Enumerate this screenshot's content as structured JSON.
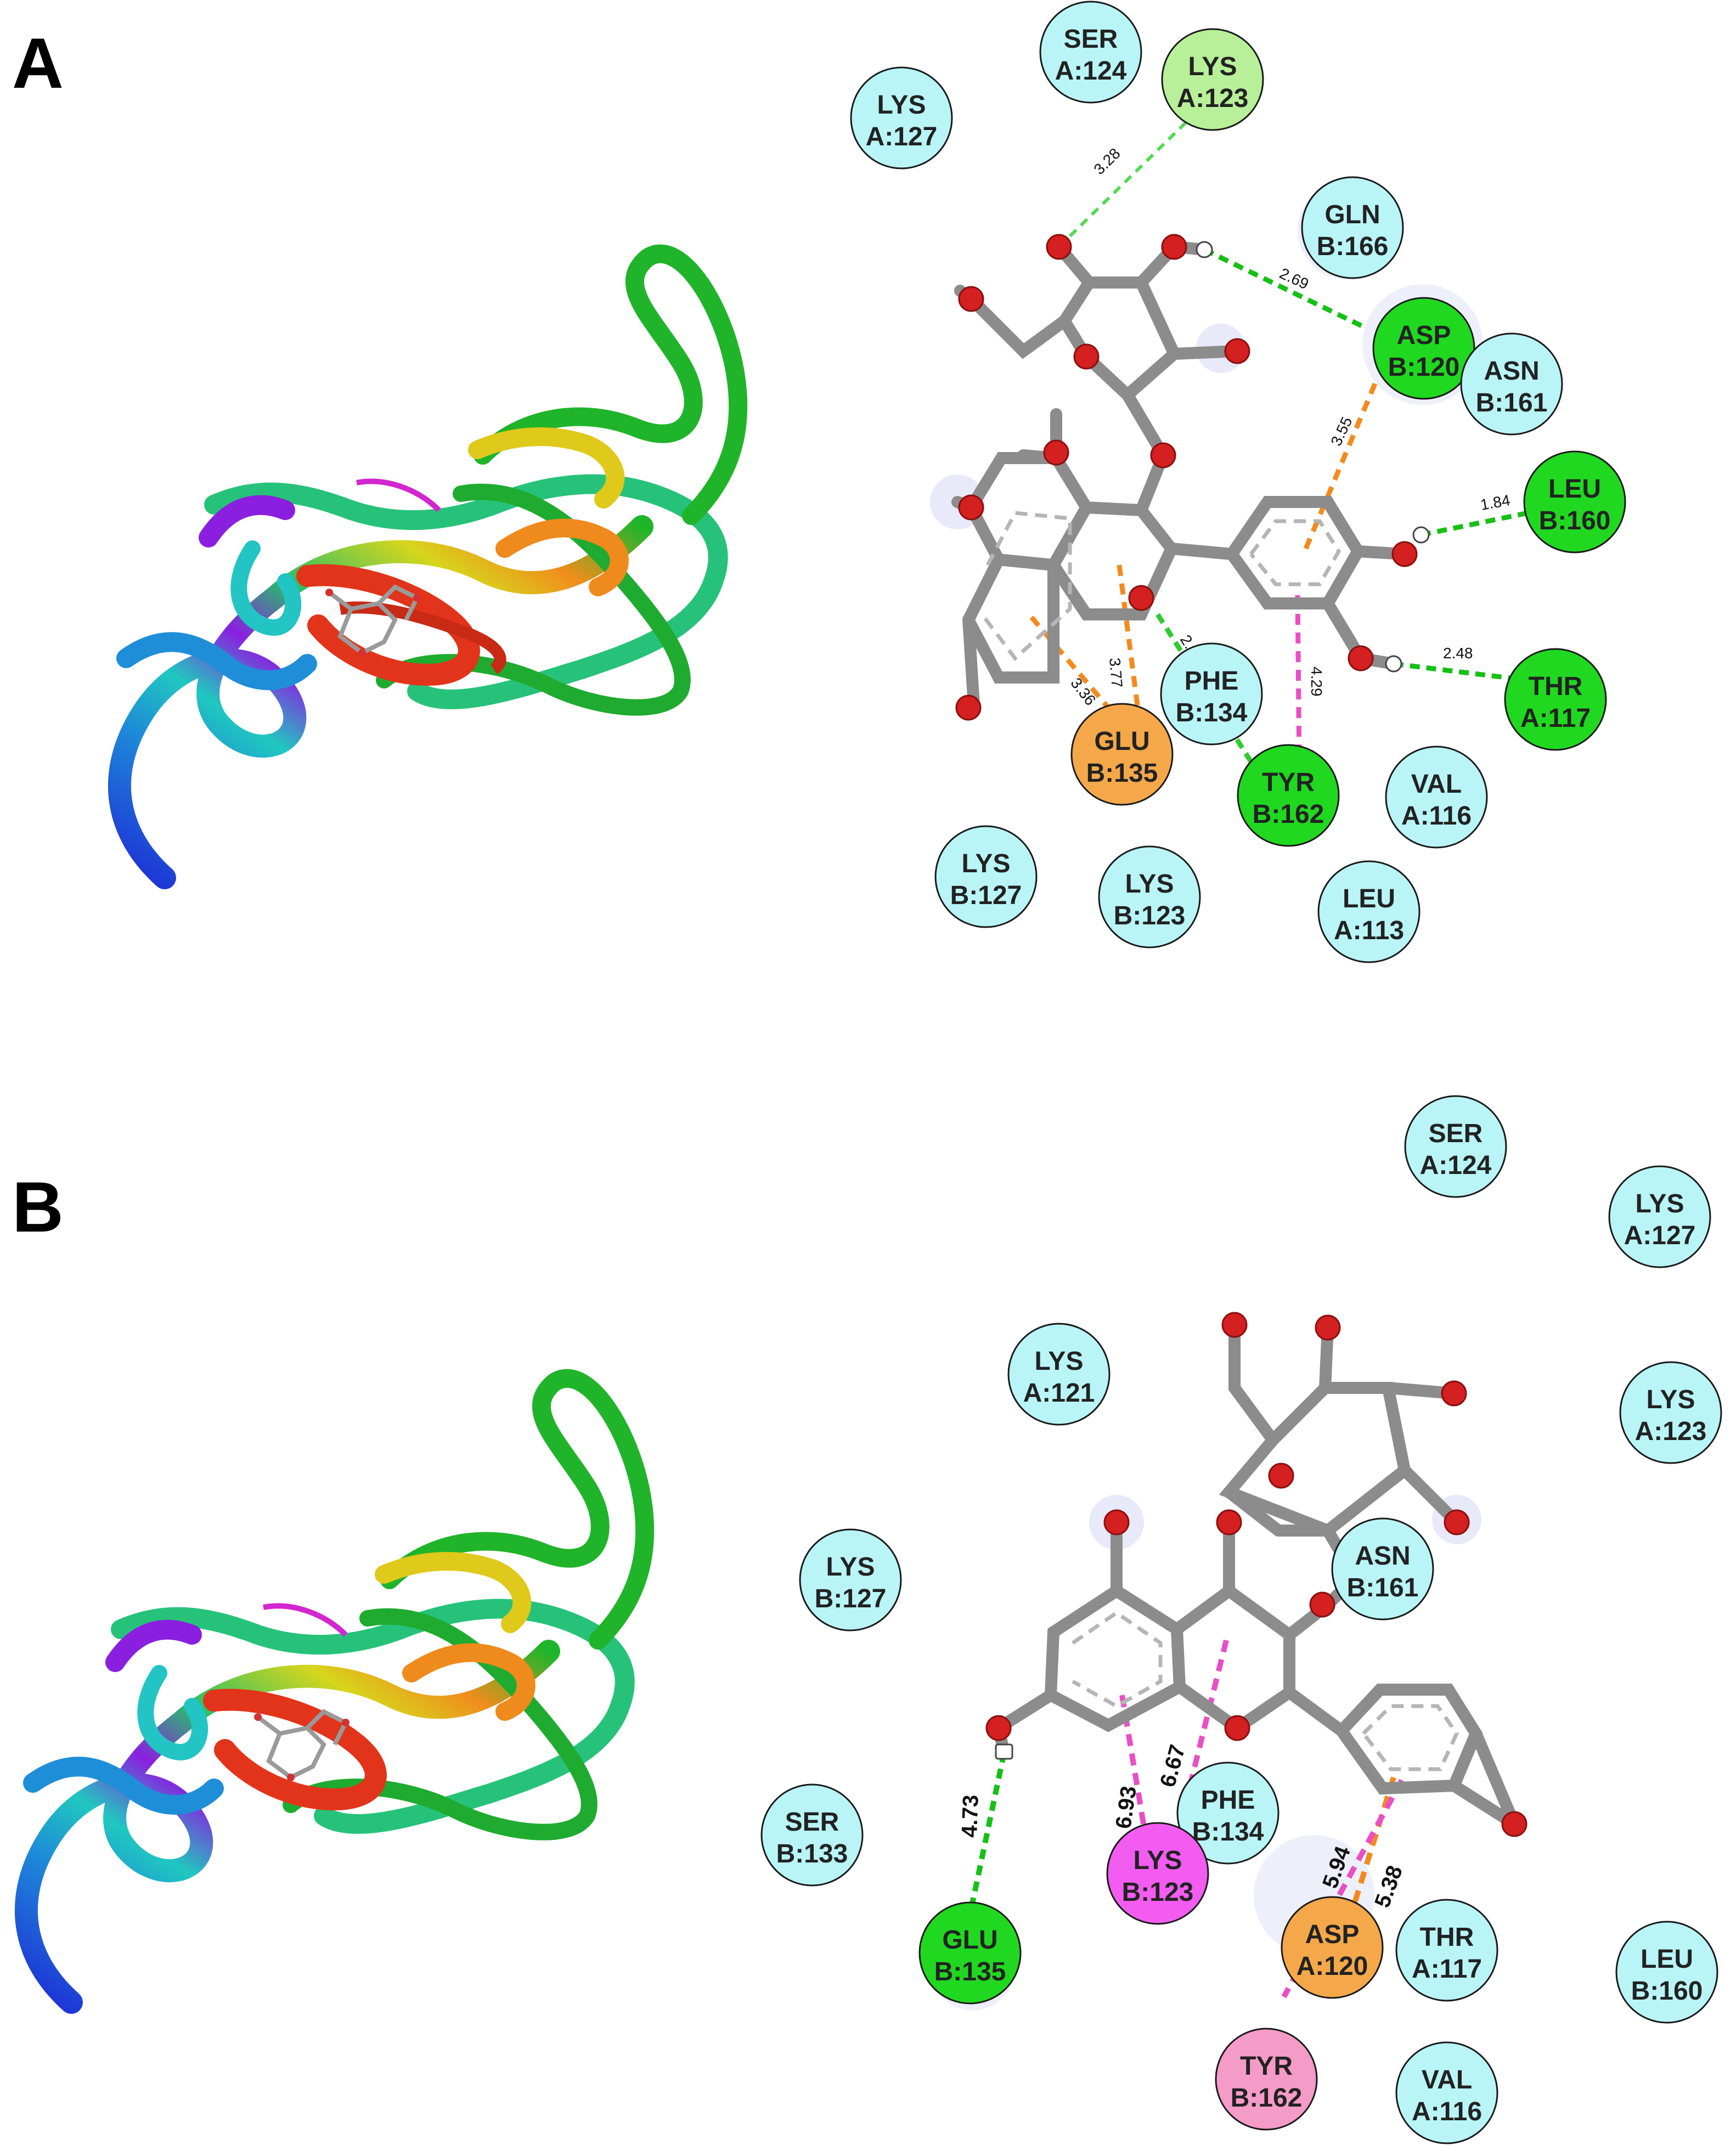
{
  "panels": [
    {
      "label": "A",
      "residues": [
        {
          "id": "a-lys-a127",
          "name": "LYS",
          "chain": "A:127",
          "color": "#b9f5f7"
        },
        {
          "id": "a-ser-a124",
          "name": "SER",
          "chain": "A:124",
          "color": "#b9f5f7"
        },
        {
          "id": "a-lys-a123",
          "name": "LYS",
          "chain": "A:123",
          "color": "#b8f09a"
        },
        {
          "id": "a-gln-b166",
          "name": "GLN",
          "chain": "B:166",
          "color": "#b9f5f7"
        },
        {
          "id": "a-asp-b120",
          "name": "ASP",
          "chain": "B:120",
          "color": "#20d820"
        },
        {
          "id": "a-asn-b161",
          "name": "ASN",
          "chain": "B:161",
          "color": "#b9f5f7"
        },
        {
          "id": "a-leu-b160",
          "name": "LEU",
          "chain": "B:160",
          "color": "#20d820"
        },
        {
          "id": "a-thr-a117",
          "name": "THR",
          "chain": "A:117",
          "color": "#20d820"
        },
        {
          "id": "a-phe-b134",
          "name": "PHE",
          "chain": "B:134",
          "color": "#b9f5f7"
        },
        {
          "id": "a-glu-b135",
          "name": "GLU",
          "chain": "B:135",
          "color": "#f5a84a"
        },
        {
          "id": "a-tyr-b162",
          "name": "TYR",
          "chain": "B:162",
          "color": "#20d820"
        },
        {
          "id": "a-val-a116",
          "name": "VAL",
          "chain": "A:116",
          "color": "#b9f5f7"
        },
        {
          "id": "a-lys-b127",
          "name": "LYS",
          "chain": "B:127",
          "color": "#b9f5f7"
        },
        {
          "id": "a-lys-b123",
          "name": "LYS",
          "chain": "B:123",
          "color": "#b9f5f7"
        },
        {
          "id": "a-leu-a113",
          "name": "LEU",
          "chain": "A:113",
          "color": "#b9f5f7"
        }
      ],
      "distances": [
        "3.28",
        "2.69",
        "3.55",
        "1.84",
        "2.48",
        "2.96",
        "3.77",
        "3.36",
        "4.29"
      ]
    },
    {
      "label": "B",
      "residues": [
        {
          "id": "b-ser-a124",
          "name": "SER",
          "chain": "A:124",
          "color": "#b9f5f7"
        },
        {
          "id": "b-lys-a127",
          "name": "LYS",
          "chain": "A:127",
          "color": "#b9f5f7"
        },
        {
          "id": "b-lys-a121",
          "name": "LYS",
          "chain": "A:121",
          "color": "#b9f5f7"
        },
        {
          "id": "b-lys-a123",
          "name": "LYS",
          "chain": "A:123",
          "color": "#b9f5f7"
        },
        {
          "id": "b-lys-b127",
          "name": "LYS",
          "chain": "B:127",
          "color": "#b9f5f7"
        },
        {
          "id": "b-asn-b161",
          "name": "ASN",
          "chain": "B:161",
          "color": "#b9f5f7"
        },
        {
          "id": "b-ser-b133",
          "name": "SER",
          "chain": "B:133",
          "color": "#b9f5f7"
        },
        {
          "id": "b-phe-b134",
          "name": "PHE",
          "chain": "B:134",
          "color": "#b9f5f7"
        },
        {
          "id": "b-lys-b123",
          "name": "LYS",
          "chain": "B:123",
          "color": "#f25cf0"
        },
        {
          "id": "b-glu-b135",
          "name": "GLU",
          "chain": "B:135",
          "color": "#20d820"
        },
        {
          "id": "b-asp-a120",
          "name": "ASP",
          "chain": "A:120",
          "color": "#f5a84a"
        },
        {
          "id": "b-thr-a117",
          "name": "THR",
          "chain": "A:117",
          "color": "#b9f5f7"
        },
        {
          "id": "b-leu-b160",
          "name": "LEU",
          "chain": "B:160",
          "color": "#b9f5f7"
        },
        {
          "id": "b-tyr-b162",
          "name": "TYR",
          "chain": "B:162",
          "color": "#f59bc8"
        },
        {
          "id": "b-val-a116",
          "name": "VAL",
          "chain": "A:116",
          "color": "#b9f5f7"
        }
      ],
      "distances": [
        "4.73",
        "6.93",
        "6.67",
        "5.94",
        "5.38"
      ]
    }
  ],
  "colors": {
    "hbond": "#2ecc2e",
    "pi_anion": "#f28a1e",
    "pi_pi": "#e84fc4",
    "carbon": "#8c8c8c",
    "oxygen": "#d42020"
  }
}
